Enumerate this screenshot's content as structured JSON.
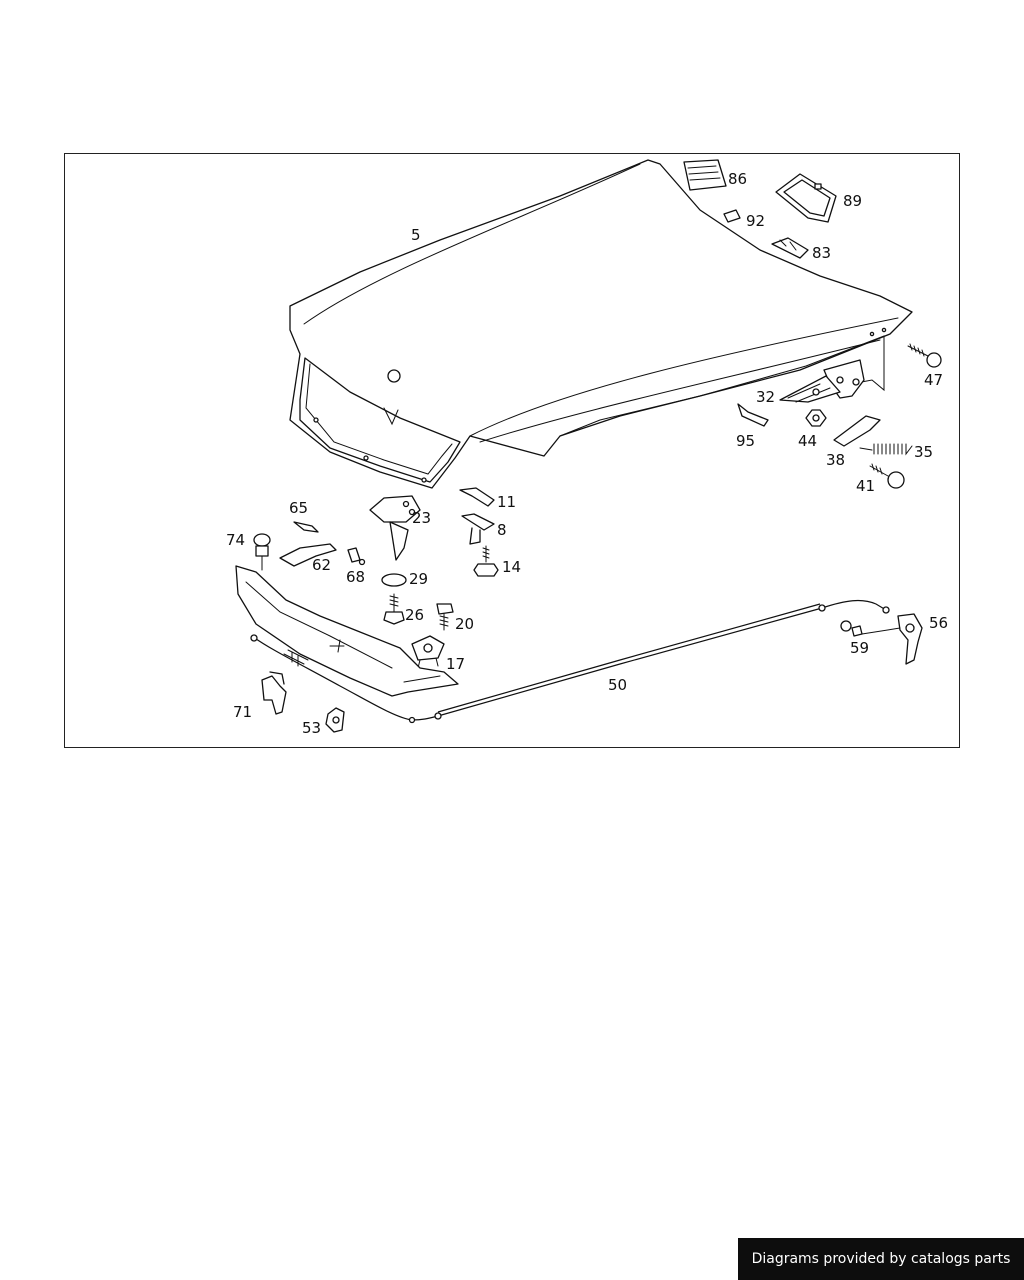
{
  "diagram": {
    "part_labels": {
      "p5": "5",
      "p86": "86",
      "p89": "89",
      "p92": "92",
      "p83": "83",
      "p47": "47",
      "p32": "32",
      "p95": "95",
      "p44": "44",
      "p38": "38",
      "p35": "35",
      "p41": "41",
      "p65": "65",
      "p23": "23",
      "p11": "11",
      "p8": "8",
      "p74": "74",
      "p62": "62",
      "p68": "68",
      "p29": "29",
      "p14": "14",
      "p26": "26",
      "p20": "20",
      "p17": "17",
      "p56": "56",
      "p59": "59",
      "p50": "50",
      "p71": "71",
      "p53": "53"
    }
  },
  "footer": {
    "credit": "Diagrams provided by catalogs parts"
  }
}
